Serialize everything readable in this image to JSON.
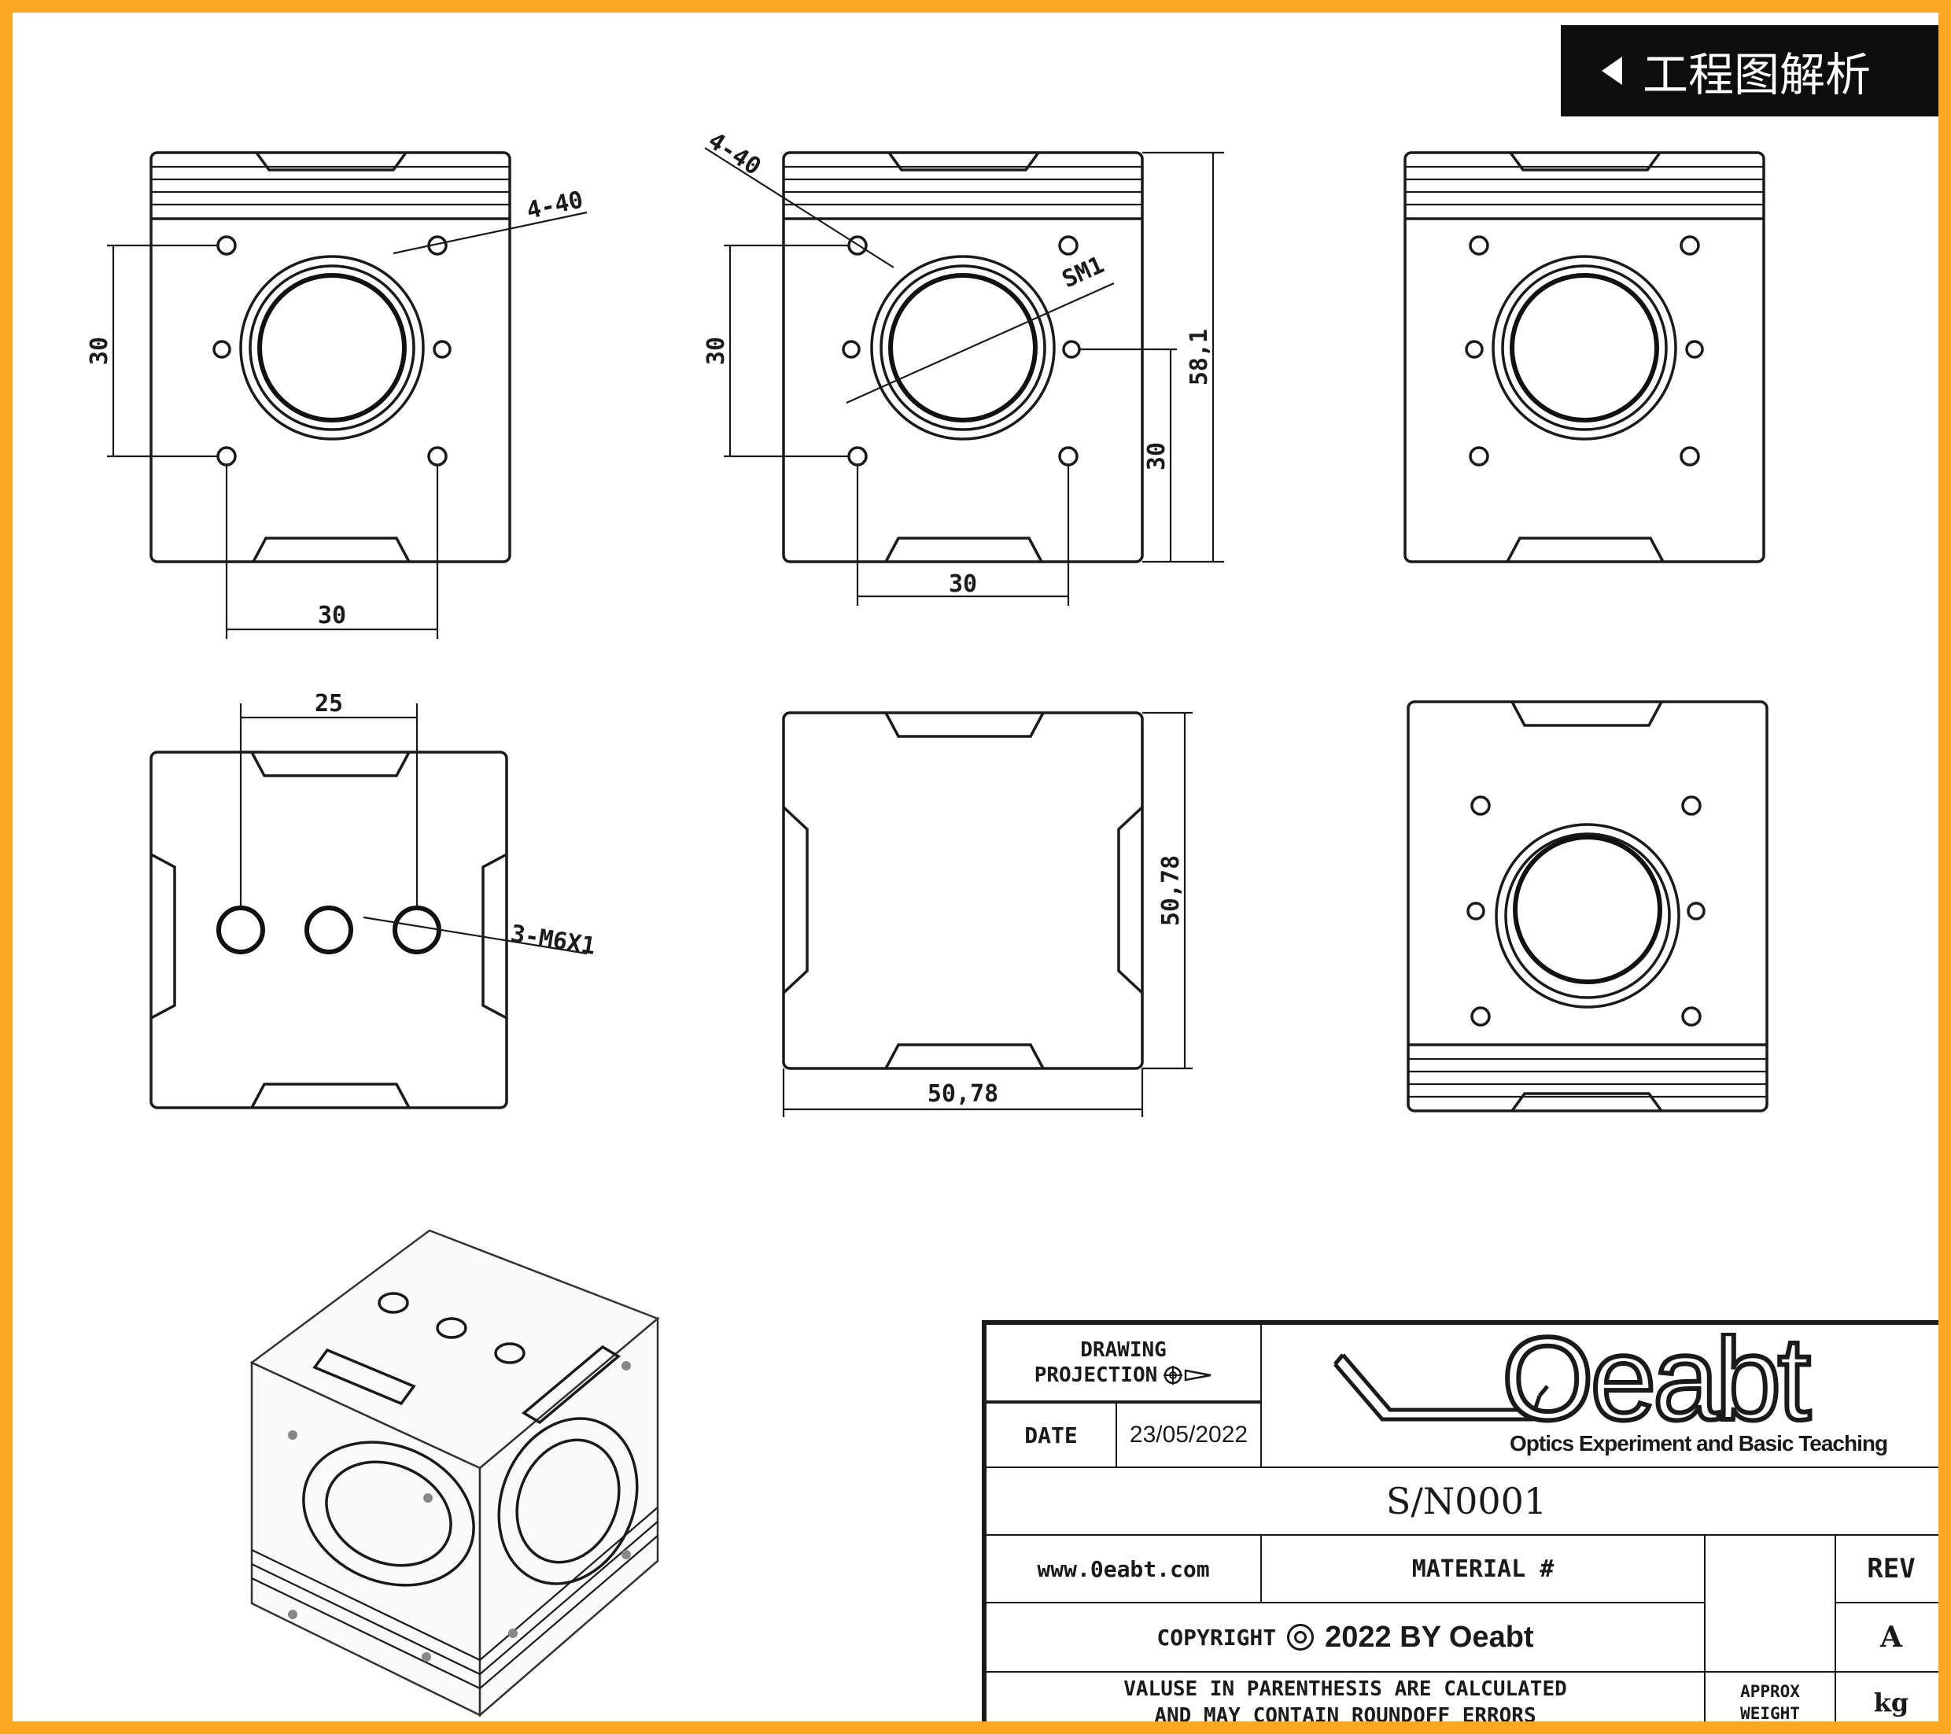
{
  "badge": {
    "label": "工程图解析",
    "icon": "back-arrow-icon"
  },
  "dimensions": {
    "view1": {
      "hole_callout": "4-40",
      "vertical": "30",
      "horizontal": "30"
    },
    "view2": {
      "hole_callout": "4-40",
      "thread_callout": "SM1",
      "vertical_left": "30",
      "vertical_right_lower": "30",
      "overall_height": "58,1",
      "horizontal": "30"
    },
    "view4": {
      "spacing": "25",
      "thread_callout": "3-M6X1"
    },
    "view5": {
      "width": "50,78",
      "height": "50,78"
    }
  },
  "title_block": {
    "projection_label_line1": "DRAWING",
    "projection_label_line2": "PROJECTION",
    "date_label": "DATE",
    "date_value": "23/05/2022",
    "logo_text": "Oeabt",
    "logo_tagline": "Optics Experiment and Basic Teaching",
    "serial": "S/N0001",
    "website": "www.0eabt.com",
    "material_label": "MATERIAL #",
    "rev_label": "REV",
    "rev_value": "A",
    "copyright_label": "COPYRIGHT",
    "copyright_text": "2022 BY Oeabt",
    "disclaimer_line1": "VALUSE IN PARENTHESIS ARE CALCULATED",
    "disclaimer_line2": "AND MAY CONTAIN ROUNDOFF ERRORS",
    "weight_label_line1": "APPROX",
    "weight_label_line2": "WEIGHT",
    "weight_unit": "kg"
  },
  "colors": {
    "frame": "#f9a826",
    "ink": "#1a1a1a",
    "badge_bg": "#0d0d0d"
  }
}
